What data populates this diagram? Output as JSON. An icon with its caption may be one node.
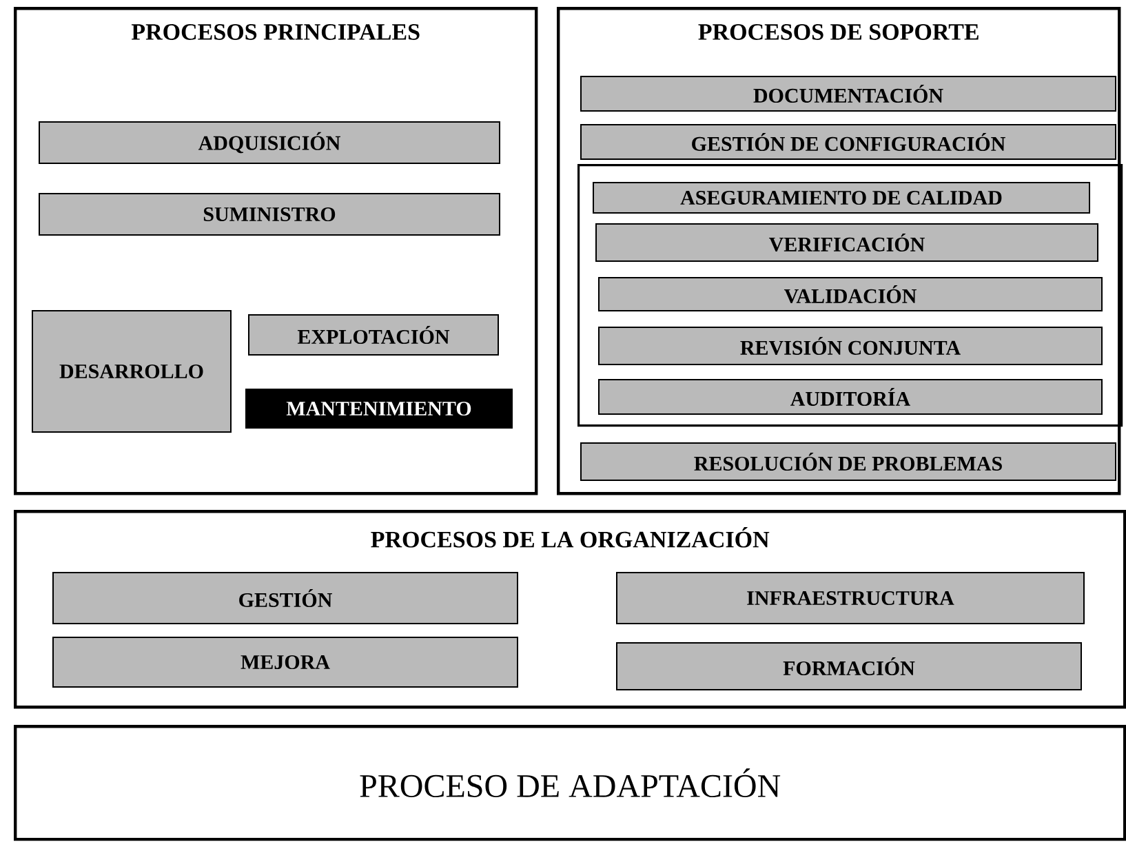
{
  "diagram": {
    "nodes": [
      {
        "text": [
          "PROCESOS PRINCIPALES"
        ]
      },
      {
        "text": [
          "ADQUISICIÓN"
        ],
        "in": 0
      },
      {
        "text": [
          "SUMINISTRO"
        ],
        "in": 0
      },
      {
        "text": [
          "DESARROLLO"
        ],
        "in": 0
      },
      {
        "text": [
          "EXPLOTACIÓN"
        ],
        "in": 0
      },
      {
        "text": [
          "MANTENIMIENTO"
        ],
        "in": 0
      },
      {
        "text": [
          "PROCESOS DE SOPORTE"
        ]
      },
      {
        "text": [
          "DOCUMENTACIÓN"
        ],
        "in": 6
      },
      {
        "text": [
          "GESTIÓN DE CONFIGURACIÓN"
        ],
        "in": 6
      },
      {
        "text": [],
        "shape": "box",
        "in": 6
      },
      {
        "text": [
          "ASEGURAMIENTO DE CALIDAD"
        ],
        "in": 9
      },
      {
        "text": [
          "VERIFICACIÓN"
        ],
        "in": 9
      },
      {
        "text": [
          "VALIDACIÓN"
        ],
        "in": 9
      },
      {
        "text": [
          "REVISIÓN CONJUNTA"
        ],
        "in": 9
      },
      {
        "text": [
          "AUDITORÍA"
        ],
        "in": 9
      },
      {
        "text": [
          "RESOLUCIÓN DE PROBLEMAS"
        ],
        "in": 6
      },
      {
        "text": [
          "PROCESOS DE LA ORGANIZACIÓN"
        ]
      },
      {
        "text": [
          "GESTIÓN"
        ],
        "in": 16
      },
      {
        "text": [
          "INFRAESTRUCTURA"
        ],
        "in": 16
      },
      {
        "text": [
          "MEJORA"
        ],
        "in": 16
      },
      {
        "text": [
          "FORMACIÓN"
        ],
        "in": 16
      },
      {
        "text": [
          "PROCESO DE ADAPTACIÓN"
        ]
      }
    ]
  }
}
